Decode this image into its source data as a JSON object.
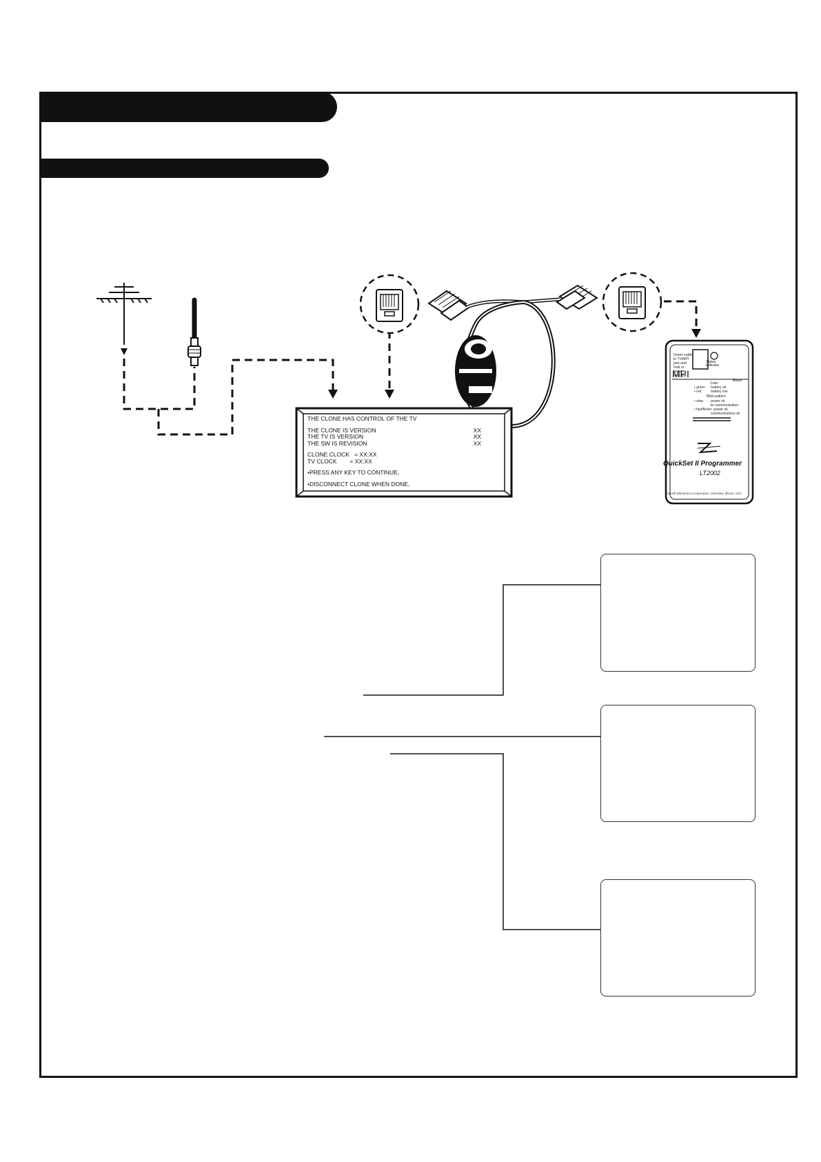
{
  "tv_screen": {
    "line1": "THE CLONE HAS CONTROL OF THE TV",
    "line2_label": "THE CLONE IS VERSION",
    "line2_value": "XX",
    "line3_label": "THE TV IS VERSION",
    "line3_value": "XX",
    "line4_label": "THE SW IS REVISION",
    "line4_value": "XX",
    "clone_clock": "CLONE CLOCK   = XX:XX",
    "tv_clock": "TV CLOCK        = XX:XX",
    "press_key": "•PRESS ANY KEY TO CONTINUE,",
    "disconnect": "•DISCONNECT CLONE WHEN DONE,"
  },
  "programmer": {
    "title": "QuickSet II Programmer",
    "model": "LT2002",
    "mpi_label": "MPI",
    "status_label": "Status Indicator",
    "reset_label": "Reset",
    "instructions": "Green cable to TV/MPI jack and hold or press Indicator",
    "legend_heading": "Color",
    "legend_green": "• green      battery ok",
    "legend_red": "• red          battery low",
    "legend_heading2": "Blink pattern",
    "legend_slow": "• slow        power ok",
    "legend_slow2": "                 no communication",
    "legend_fast": "• fast/flicker  power ok",
    "legend_fast2": "                 communications ok",
    "footer": "Zenith Electronics Corporation, Glenview, Illinois, USA"
  },
  "colors": {
    "ink": "#111111",
    "box_border": "#333333",
    "background": "#ffffff"
  }
}
